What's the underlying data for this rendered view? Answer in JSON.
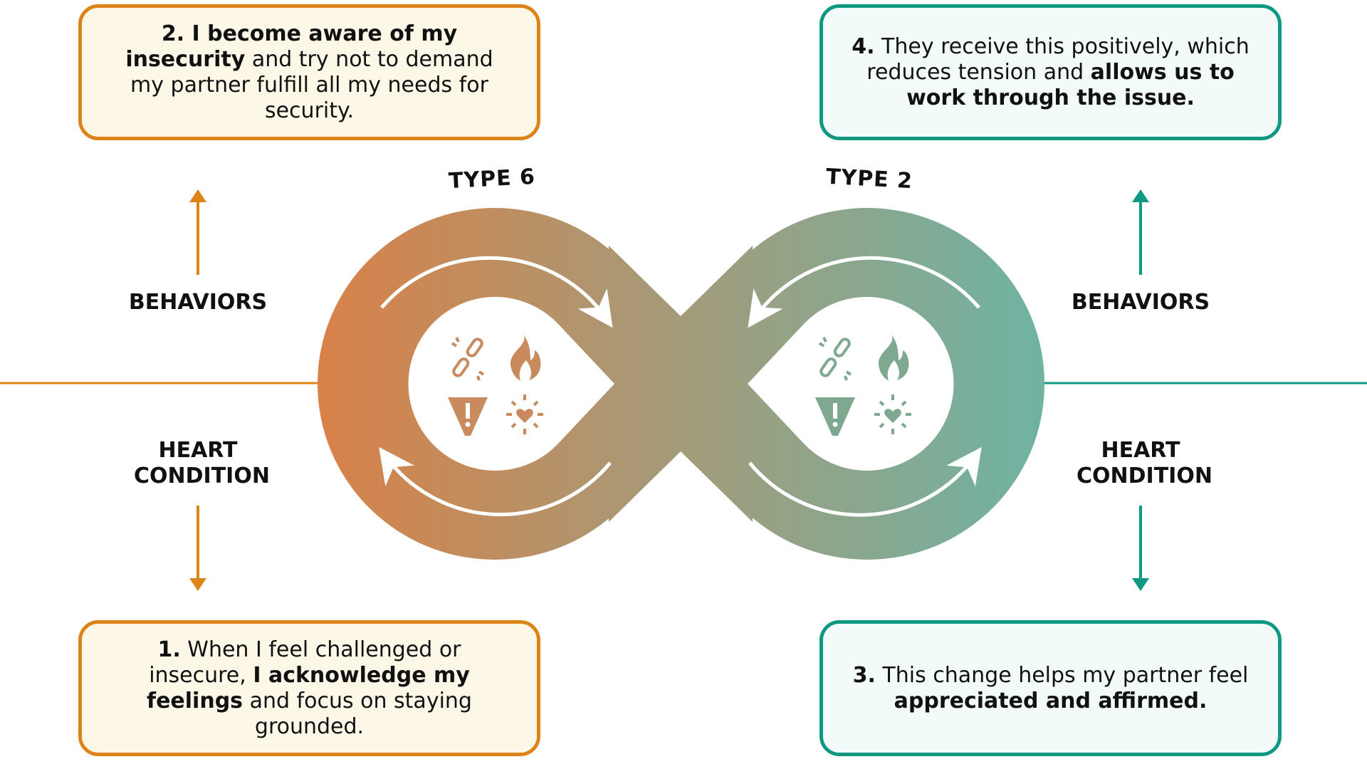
{
  "boxes": {
    "step2": [
      {
        "t": "2. I become aware of my ",
        "b": true
      },
      {
        "t": "insecurity",
        "b": true
      },
      {
        "t": " and try not to demand my partner fulfill all my needs for security.",
        "b": false
      }
    ],
    "step4": [
      {
        "t": "4.",
        "b": true
      },
      {
        "t": " They receive this positively, which reduces tension and ",
        "b": false
      },
      {
        "t": "allows us to work through the issue.",
        "b": true
      }
    ],
    "step1": [
      {
        "t": "1.",
        "b": true
      },
      {
        "t": " When I feel challenged or insecure, ",
        "b": false
      },
      {
        "t": "I acknowledge my feelings",
        "b": true
      },
      {
        "t": " and focus on staying grounded.",
        "b": false
      }
    ],
    "step3": [
      {
        "t": "3.",
        "b": true
      },
      {
        "t": " This change helps my partner feel ",
        "b": false
      },
      {
        "t": "appreciated and affirmed.",
        "b": true
      }
    ]
  },
  "labels": {
    "left_behaviors": "BEHAVIORS",
    "left_heart": "HEART CONDITION",
    "right_behaviors": "BEHAVIORS",
    "right_heart": "HEART CONDITION",
    "type_left": "TYPE 6",
    "type_right": "TYPE 2"
  },
  "icons": [
    "broken-link-icon",
    "flame-icon",
    "warning-icon",
    "heart-burst-icon"
  ],
  "colors": {
    "orange": "#dc8418",
    "teal": "#0f9983",
    "grad_left": "#d98148",
    "grad_mid": "#a39b7a",
    "grad_right": "#6fb3a3"
  }
}
